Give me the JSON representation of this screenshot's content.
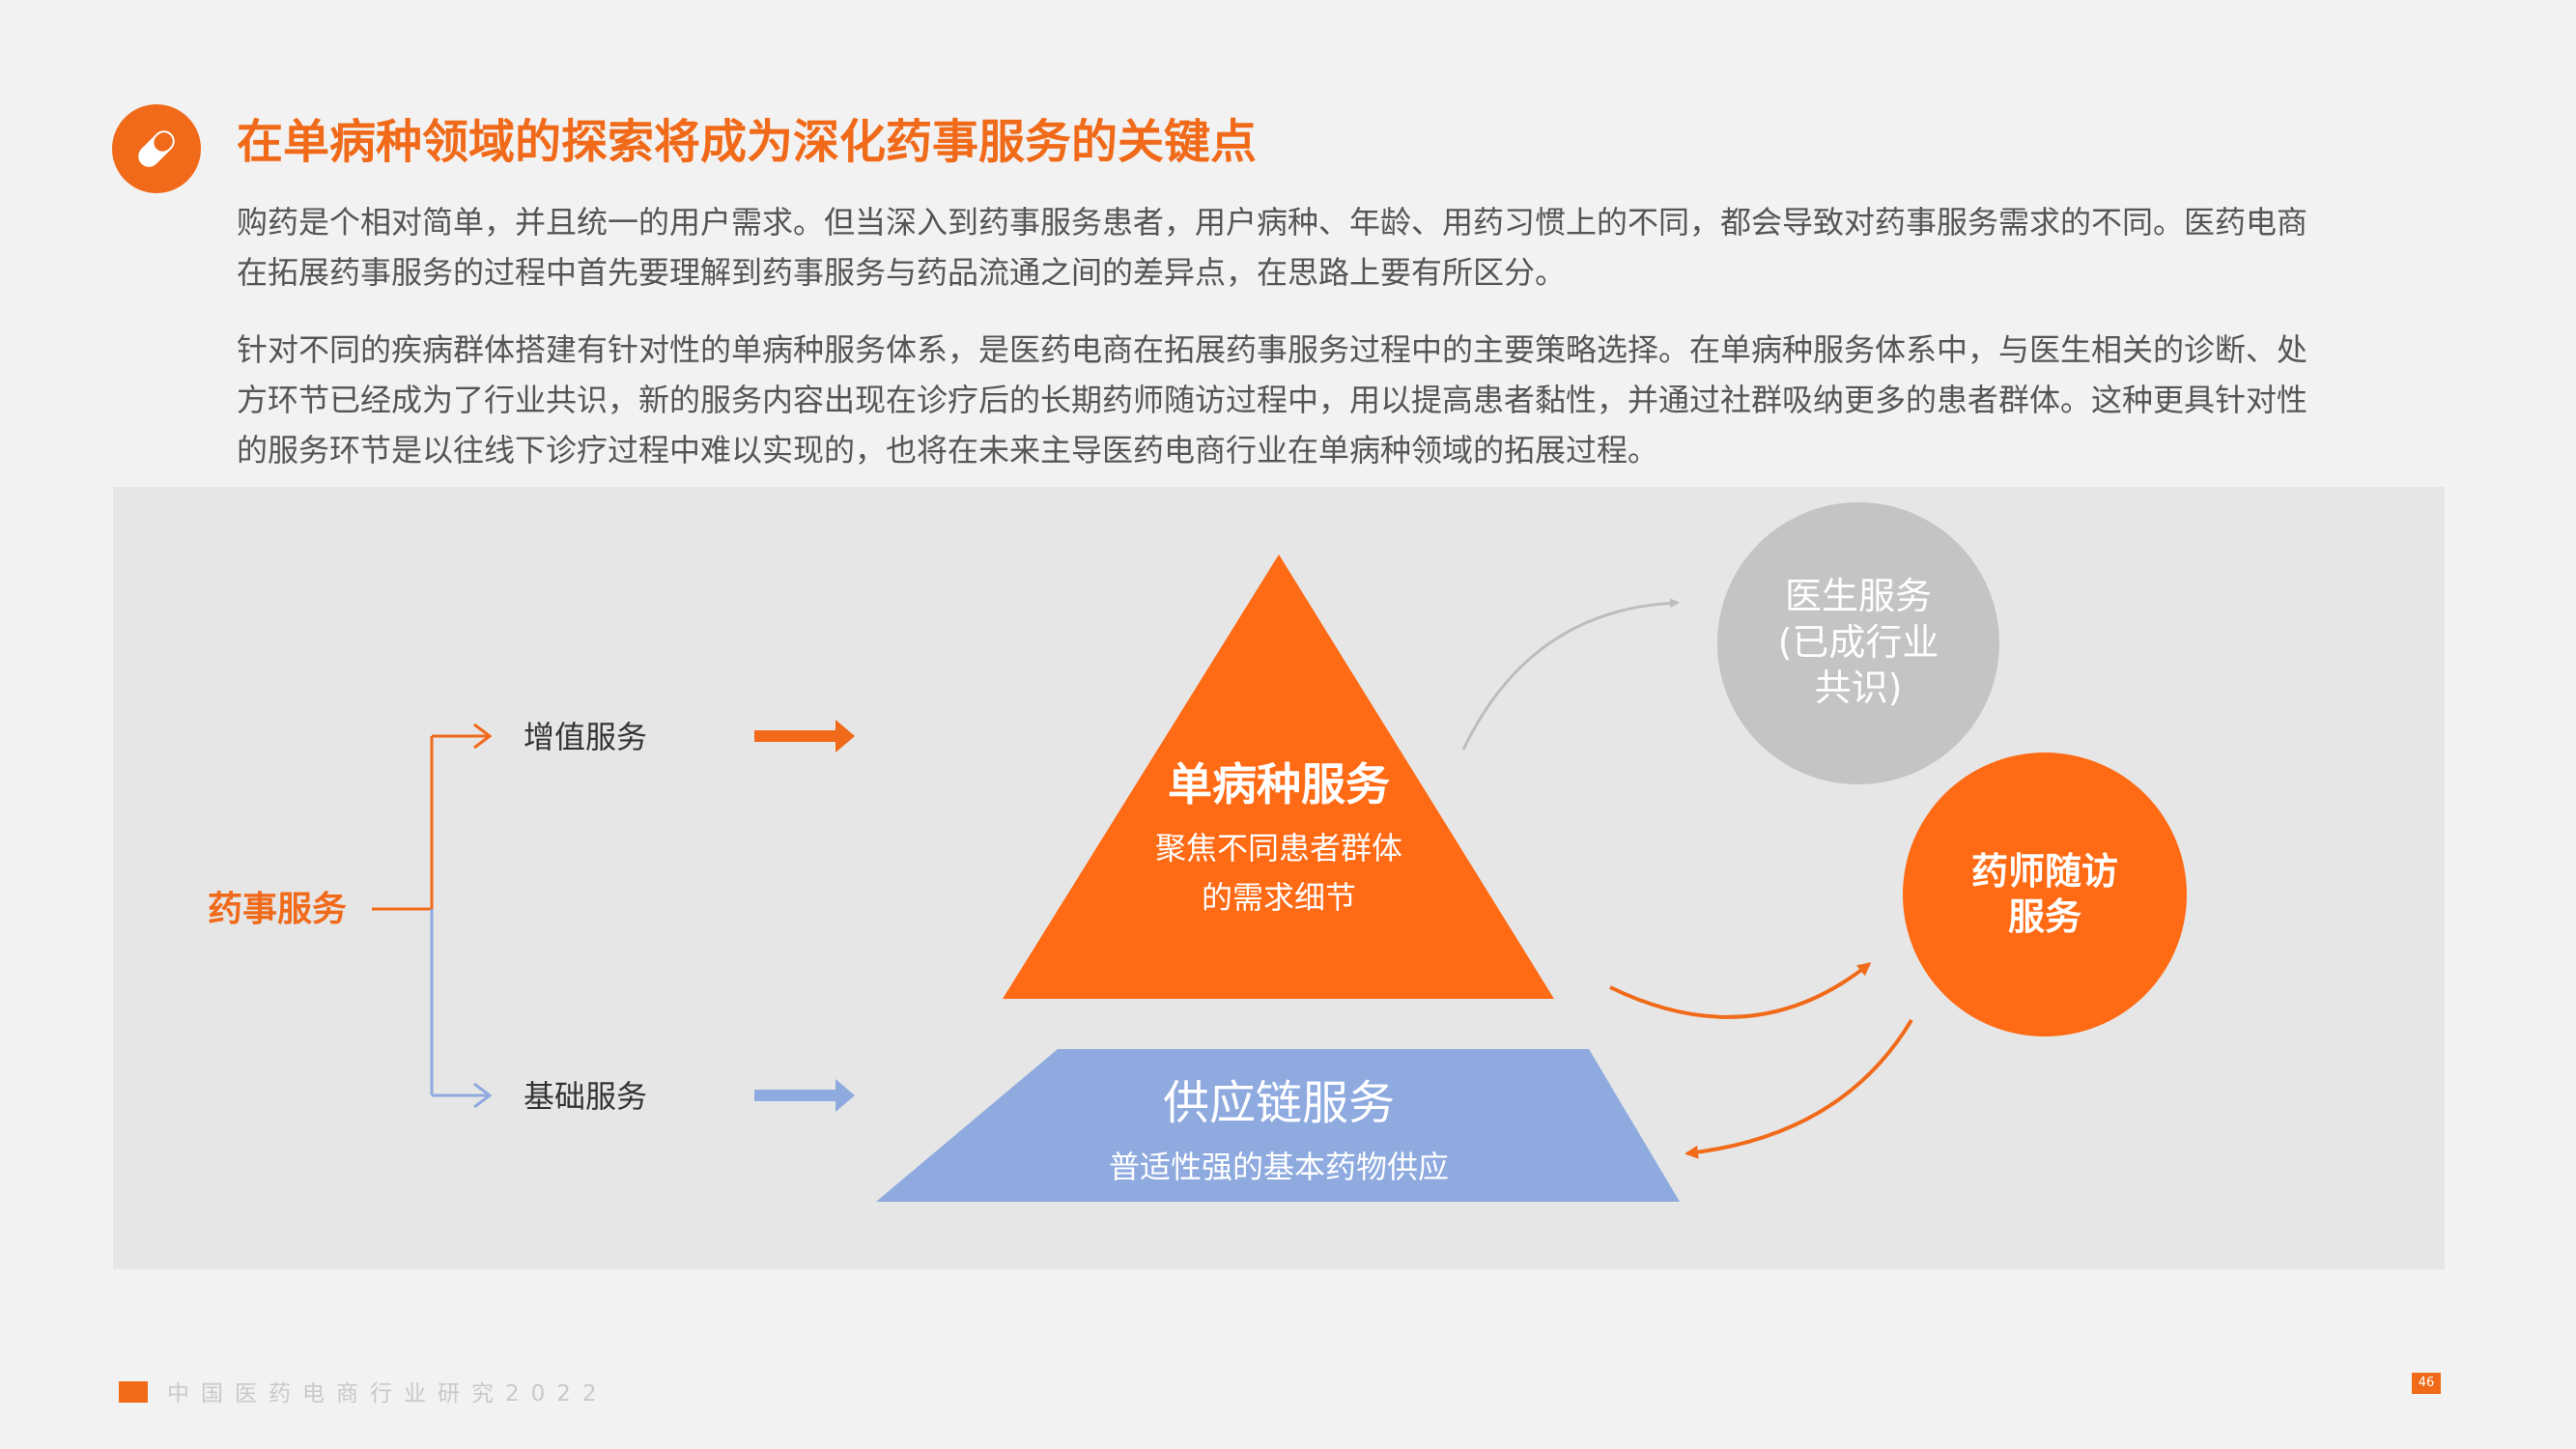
{
  "heading": {
    "title": "在单病种领域的探索将成为深化药事服务的关键点",
    "icon": "pill-icon"
  },
  "paragraphs": {
    "p1_line1": "购药是个相对简单，并且统一的用户需求。但当深入到药事服务患者，用户病种、年龄、用药习惯上的不同，都会导致对药事服务需求的不同。医药电商",
    "p1_line2": "在拓展药事服务的过程中首先要理解到药事服务与药品流通之间的差异点，在思路上要有所区分。",
    "p2_line1": "针对不同的疾病群体搭建有针对性的单病种服务体系，是医药电商在拓展药事服务过程中的主要策略选择。在单病种服务体系中，与医生相关的诊断、处",
    "p2_line2": "方环节已经成为了行业共识，新的服务内容出现在诊疗后的长期药师随访过程中，用以提高患者黏性，并通过社群吸纳更多的患者群体。这种更具针对性",
    "p2_line3": "的服务环节是以往线下诊疗过程中难以实现的，也将在未来主导医药电商行业在单病种领域的拓展过程。"
  },
  "diagram": {
    "root": "药事服务",
    "branch_top": "增值服务",
    "branch_bottom": "基础服务",
    "triangle_title": "单病种服务",
    "triangle_sub1": "聚焦不同患者群体",
    "triangle_sub2": "的需求细节",
    "trapezoid_title": "供应链服务",
    "trapezoid_sub": "普适性强的基本药物供应",
    "doctor_line1": "医生服务",
    "doctor_line2": "(已成行业",
    "doctor_line3": "共识)",
    "pharmacist_line1": "药师随访",
    "pharmacist_line2": "服务"
  },
  "footer": {
    "report": "中国医药电商行业研究2022",
    "page": "46"
  },
  "colors": {
    "accent": "#f06a1a",
    "blue": "#8eaadf",
    "gray_circle": "#c4c4c4",
    "text": "#555555"
  }
}
